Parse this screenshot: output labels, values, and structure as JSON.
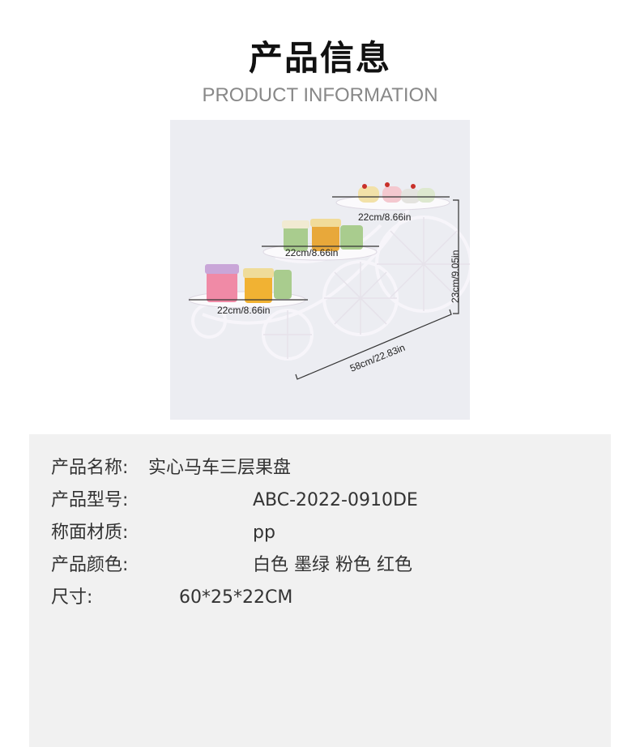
{
  "header": {
    "title": "产品信息",
    "subtitle": "PRODUCT INFORMATION"
  },
  "image": {
    "dimensions": {
      "top_tier": "22cm/8.66in",
      "middle_tier": "22cm/8.66in",
      "bottom_tier": "22cm/8.66in",
      "height": "23cm/9.05in",
      "length": "58cm/22.83in"
    }
  },
  "specs": [
    {
      "label": "产品名称:",
      "value": "实心马车三层果盘"
    },
    {
      "label": "产品型号:",
      "value": "ABC-2022-0910DE"
    },
    {
      "label": "称面材质:",
      "value": "pp"
    },
    {
      "label": "产品颜色:",
      "value": "白色 墨绿 粉色 红色"
    },
    {
      "label": "尺寸:",
      "value": "60*25*22CM"
    }
  ]
}
